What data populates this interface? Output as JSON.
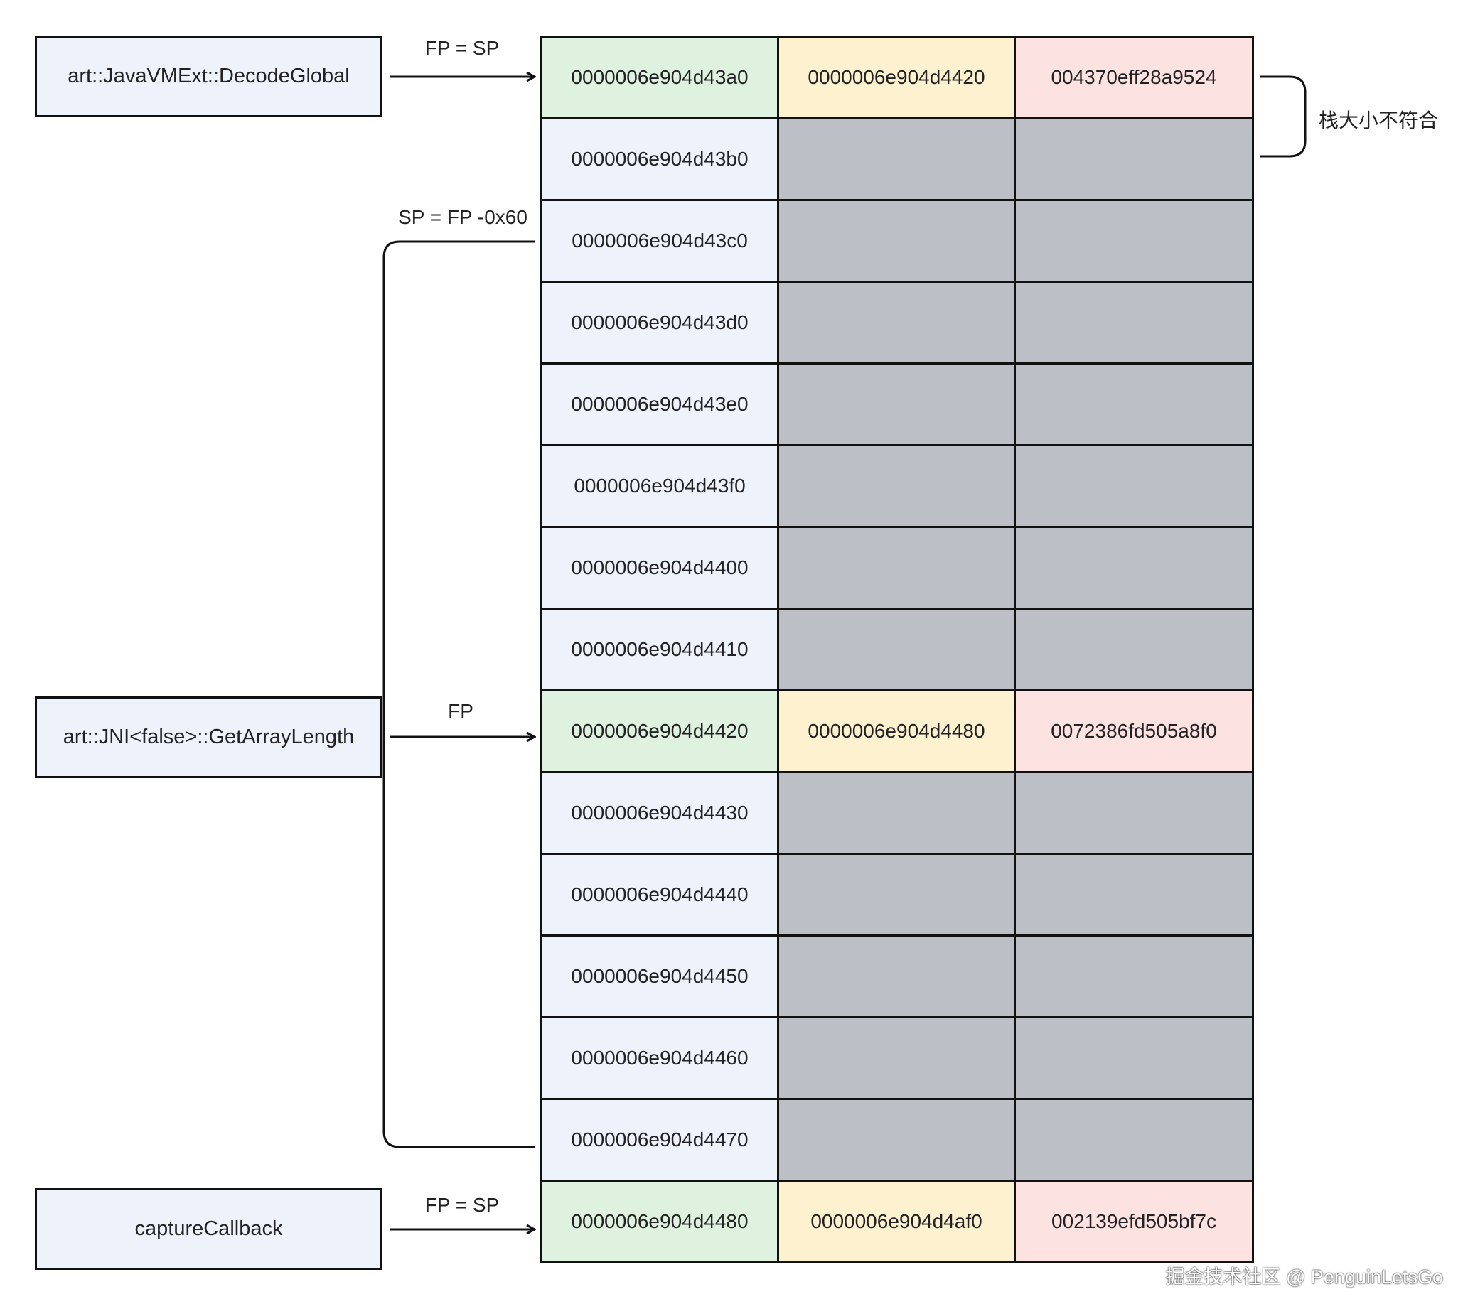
{
  "functions": {
    "decode_global": "art::JavaVMExt::DecodeGlobal",
    "get_array_length": "art::JNI<false>::GetArrayLength",
    "capture_callback": "captureCallback"
  },
  "arrows": {
    "top_label": "FP = SP",
    "sp_label": "SP = FP -0x60",
    "fp_label": "FP",
    "bottom_label": "FP = SP"
  },
  "annotation": "栈大小不符合",
  "stack": {
    "addresses": [
      "0000006e904d43a0",
      "0000006e904d43b0",
      "0000006e904d43c0",
      "0000006e904d43d0",
      "0000006e904d43e0",
      "0000006e904d43f0",
      "0000006e904d4400",
      "0000006e904d4410",
      "0000006e904d4420",
      "0000006e904d4430",
      "0000006e904d4440",
      "0000006e904d4450",
      "0000006e904d4460",
      "0000006e904d4470",
      "0000006e904d4480"
    ],
    "frame_rows": {
      "row0": {
        "saved_fp": "0000006e904d4420",
        "return_addr": "004370eff28a9524"
      },
      "row8": {
        "saved_fp": "0000006e904d4480",
        "return_addr": "0072386fd505a8f0"
      },
      "row14": {
        "saved_fp": "0000006e904d4af0",
        "return_addr": "002139efd505bf7c"
      }
    }
  },
  "colors": {
    "address_fill": "#eef2fb",
    "empty_fill": "#bcbfc5",
    "fp_highlight": "#dff2e0",
    "saved_fp_highlight": "#fdf1d0",
    "return_addr_highlight": "#fde2e2"
  },
  "watermark": "掘金技术社区 @ PenguinLetsGo"
}
